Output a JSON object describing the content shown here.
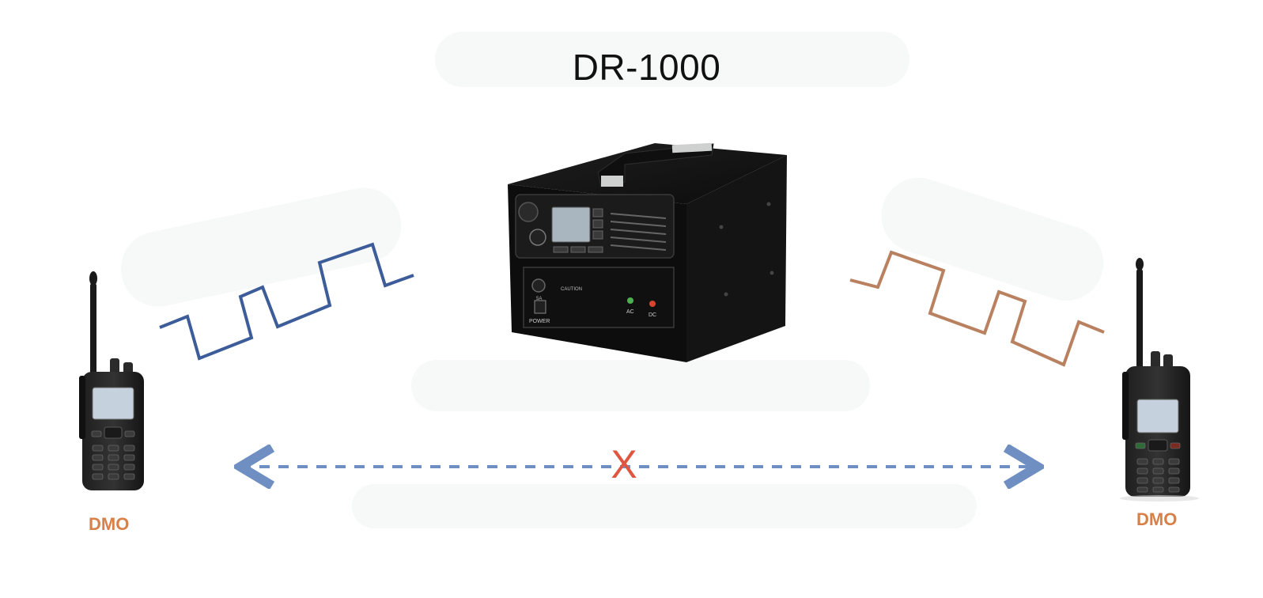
{
  "title": "DR-1000",
  "left_radio_label": "DMO",
  "right_radio_label": "DMO",
  "direct_link_blocked_mark": "X",
  "repeater_panel": {
    "power_label": "POWER",
    "fuse_label": "5A",
    "caution_label": "CAUTION",
    "ac_label": "AC",
    "dc_label": "DC"
  },
  "colors": {
    "left_signal": "#3d5c9a",
    "right_signal": "#b98160",
    "dashed_link": "#6f8fc2",
    "blocked_mark": "#e0553f",
    "label": "#d7804a"
  },
  "icons": {
    "left_radio": "handheld-radio-icon",
    "right_radio": "handheld-radio-icon",
    "repeater": "repeater-box-icon"
  }
}
